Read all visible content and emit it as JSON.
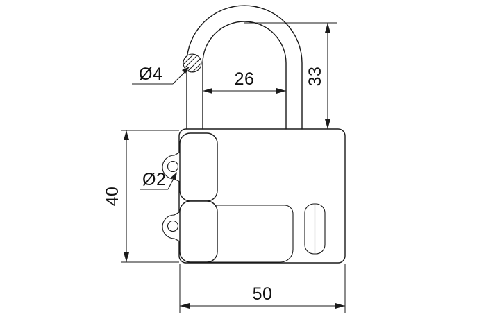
{
  "drawing": {
    "title": "Padlock technical dimension drawing",
    "background_color": "#ffffff",
    "line_color": "#1a1a1a",
    "units": "mm"
  },
  "dimensions": {
    "shackle_diameter": {
      "label": "Ø4",
      "value": 4,
      "symbol": "Ø",
      "description": "shackle rod diameter",
      "annotation_type": "leader"
    },
    "eyelet_diameter": {
      "label": "Ø2",
      "value": 2,
      "symbol": "Ø",
      "description": "hinge eyelet hole diameter",
      "annotation_type": "leader"
    },
    "shackle_clearance_width": {
      "label": "26",
      "value": 26,
      "description": "inner shackle clearance width",
      "annotation_type": "horizontal"
    },
    "shackle_height": {
      "label": "33",
      "value": 33,
      "description": "shackle height above body",
      "annotation_type": "vertical"
    },
    "body_height": {
      "label": "40",
      "value": 40,
      "description": "lock body height",
      "annotation_type": "vertical"
    },
    "body_width": {
      "label": "50",
      "value": 50,
      "description": "lock body width",
      "annotation_type": "horizontal"
    }
  },
  "components": {
    "shackle": "shackle",
    "body": "lock-body",
    "keyhole": "keyhole",
    "upper_knuckle": "upper-hinge-knuckle",
    "lower_knuckle": "lower-hinge-knuckle",
    "upper_eyelet": "upper-eyelet",
    "lower_eyelet": "lower-eyelet",
    "section_circle": "shackle-section-circle"
  }
}
